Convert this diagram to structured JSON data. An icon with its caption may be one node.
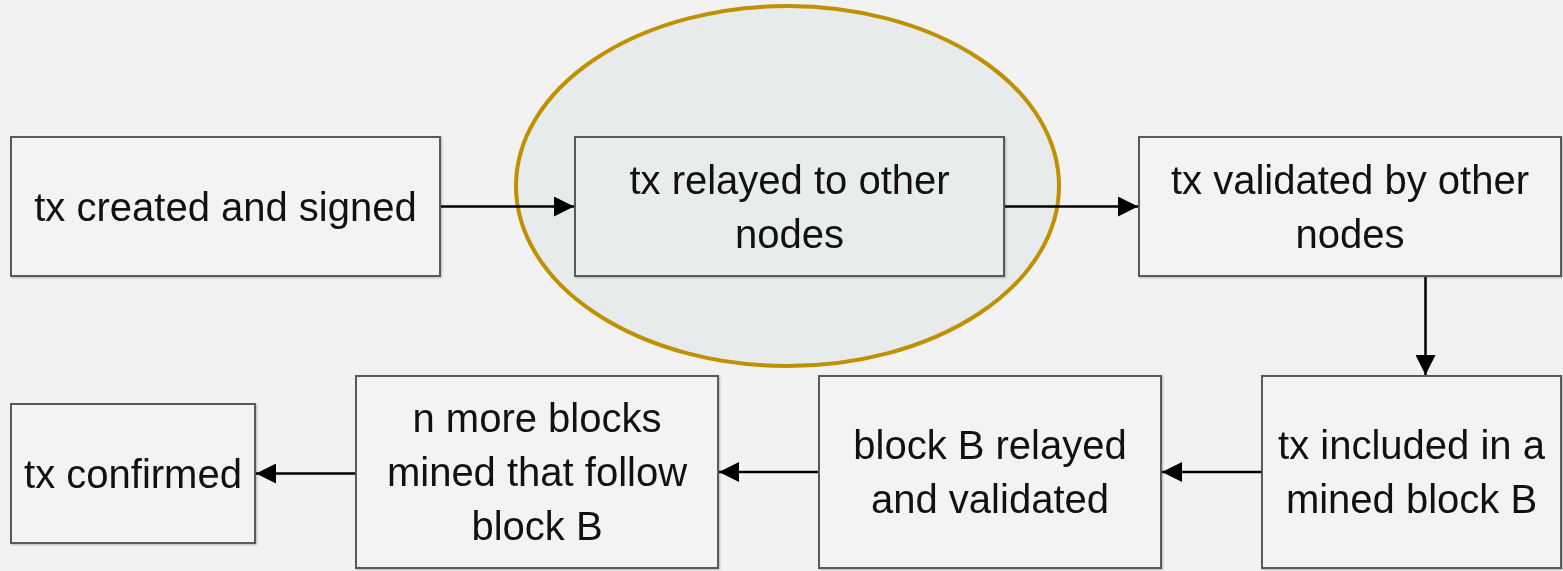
{
  "diagram": {
    "nodes": [
      {
        "text": [
          "tx created and signed"
        ]
      },
      {
        "text": [],
        "shape": "ellipse"
      },
      {
        "text": [
          "tx relayed to other nodes"
        ],
        "in": 1
      },
      {
        "text": [
          "tx validated by other nodes"
        ]
      },
      {
        "text": [
          "tx included in a mined block B"
        ]
      },
      {
        "text": [
          "block B relayed and validated"
        ]
      },
      {
        "text": [
          "n more blocks mined that follow block B"
        ]
      },
      {
        "text": [
          "tx confirmed"
        ]
      }
    ],
    "edges": [
      {
        "from": 0,
        "to": 2,
        "arrow": "to"
      },
      {
        "from": 2,
        "to": 3,
        "arrow": "to"
      },
      {
        "from": 3,
        "to": 4,
        "arrow": "to"
      },
      {
        "from": 4,
        "to": 5,
        "arrow": "to"
      },
      {
        "from": 5,
        "to": 6,
        "arrow": "to"
      },
      {
        "from": 6,
        "to": 7,
        "arrow": "to"
      }
    ]
  }
}
